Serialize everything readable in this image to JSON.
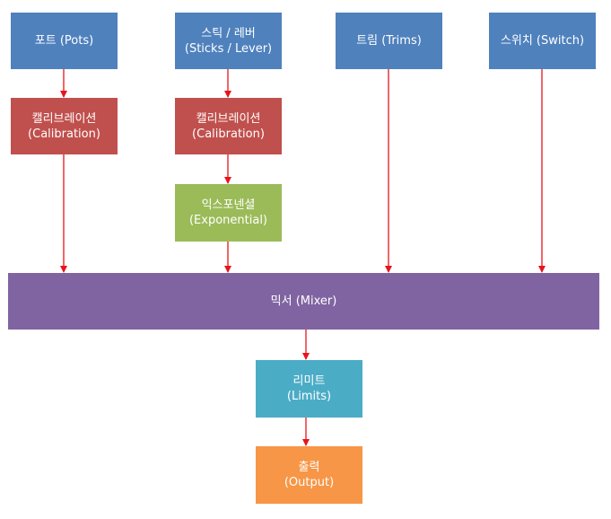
{
  "colors": {
    "input": "#4f81bd",
    "calibration": "#c0504d",
    "exponential": "#9bbb59",
    "mixer": "#8064a2",
    "limits": "#4bacc6",
    "output": "#f79646",
    "arrow": "#e8141a"
  },
  "nodes": {
    "pots": {
      "line1": "포트 (Pots)"
    },
    "sticks": {
      "line1": "스틱 / 레버",
      "line2": "(Sticks / Lever)"
    },
    "trims": {
      "line1": "트림 (Trims)"
    },
    "switch": {
      "line1": "스위치 (Switch)"
    },
    "calibration_pots": {
      "line1": "캘리브레이션",
      "line2": "(Calibration)"
    },
    "calibration_sticks": {
      "line1": "캘리브레이션",
      "line2": "(Calibration)"
    },
    "exponential": {
      "line1": "익스포넨셜",
      "line2": "(Exponential)"
    },
    "mixer": {
      "line1": "믹서 (Mixer)"
    },
    "limits": {
      "line1": "리미트",
      "line2": "(Limits)"
    },
    "output": {
      "line1": "출력",
      "line2": "(Output)"
    }
  },
  "edges": [
    [
      "pots",
      "calibration_pots"
    ],
    [
      "sticks",
      "calibration_sticks"
    ],
    [
      "calibration_sticks",
      "exponential"
    ],
    [
      "calibration_pots",
      "mixer"
    ],
    [
      "exponential",
      "mixer"
    ],
    [
      "trims",
      "mixer"
    ],
    [
      "switch",
      "mixer"
    ],
    [
      "mixer",
      "limits"
    ],
    [
      "limits",
      "output"
    ]
  ]
}
